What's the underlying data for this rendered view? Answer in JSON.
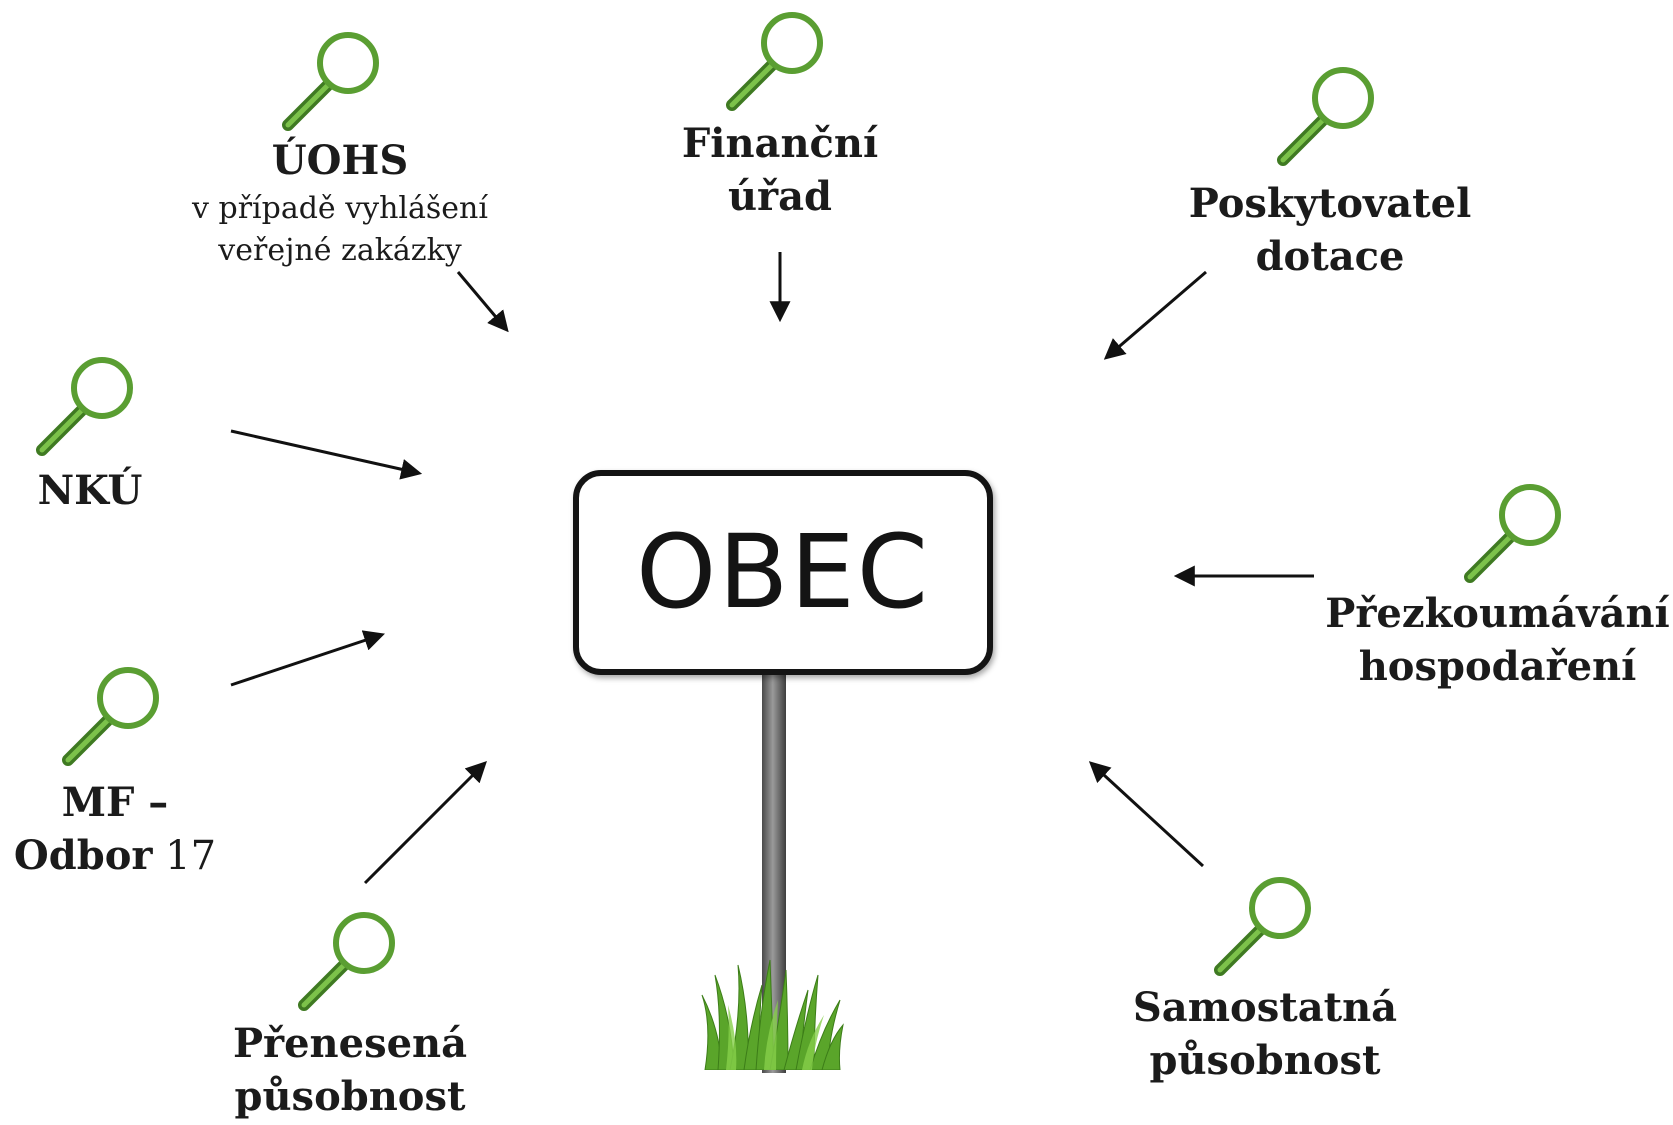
{
  "center": {
    "label": "OBEC"
  },
  "nodes": {
    "uohs": {
      "title": "ÚOHS",
      "sub1": "v případě vyhlášení",
      "sub2": "veřejné zakázky"
    },
    "financni": {
      "line1": "Finanční",
      "line2": "úřad"
    },
    "poskytovatel": {
      "line1": "Poskytovatel",
      "line2": "dotace"
    },
    "nku": {
      "title": "NKÚ"
    },
    "prezkoumavani": {
      "line1": "Přezkoumávání",
      "line2": "hospodaření"
    },
    "mf": {
      "line1": "MF –",
      "line2_bold": "Odbor",
      "line2_rest": " 17"
    },
    "prenesena": {
      "line1": "Přenesená",
      "line2": "působnost"
    },
    "samostatna": {
      "line1": "Samostatná",
      "line2": "působnost"
    }
  },
  "icons": {
    "magnifier": "magnifier-icon",
    "post": "sign-post",
    "grass": "grass-tuft"
  },
  "colors": {
    "magnifier": "#5a9e32",
    "magnifier_dark": "#3f7a22",
    "text": "#1b1b1b",
    "arrow": "#111111"
  }
}
